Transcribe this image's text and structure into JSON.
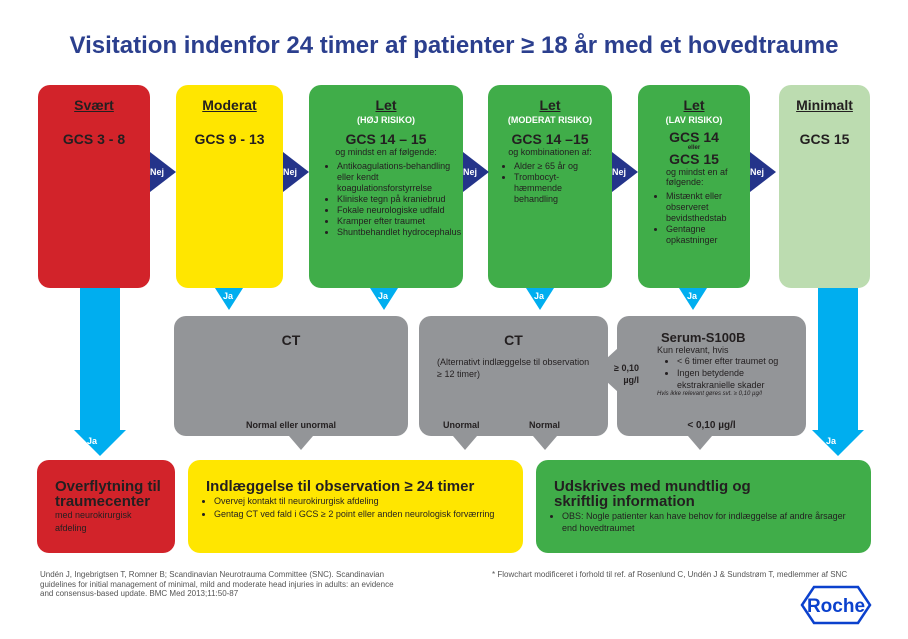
{
  "title": "Visitation indenfor 24 timer af patienter ≥ 18 år med et hovedtraume",
  "top": [
    {
      "heading": "Svært",
      "gcs": "GCS 3 - 8"
    },
    {
      "heading": "Moderat",
      "gcs": "GCS 9 - 13"
    },
    {
      "heading": "Let",
      "sub": "(HØJ RISIKO)",
      "gcs": "GCS 14 – 15",
      "intro": "og mindst en af følgende:",
      "items": [
        "Antikoagulations-behandling eller kendt koagulationsforstyrrelse",
        "Kliniske tegn på kraniebrud",
        "Fokale neurologiske udfald",
        "Kramper efter traumet",
        "Shuntbehandlet hydrocephalus"
      ]
    },
    {
      "heading": "Let",
      "sub": "(MODERAT RISIKO)",
      "gcs": "GCS 14 –15",
      "intro": "og kombinationen af:",
      "items": [
        "Alder ≥ 65 år og",
        "Trombocyt-hæmmende behandling"
      ]
    },
    {
      "heading": "Let",
      "sub": "(LAV RISIKO)",
      "gcs": "GCS 14",
      "or": "eller",
      "gcs2": "GCS 15",
      "intro": "og mindst en af følgende:",
      "items": [
        "Mistænkt eller observeret bevidsthedstab",
        "Gentagne opkastninger"
      ]
    },
    {
      "heading": "Minimalt",
      "gcs": "GCS 15"
    }
  ],
  "nej": "Nej",
  "ja": "Ja",
  "ct1": {
    "title": "CT",
    "out": "Normal eller unormal"
  },
  "ct2": {
    "title": "CT",
    "note": "(Alternativt indlæggelse til observation ≥ 12 timer)",
    "out1": "Unormal",
    "out2": "Normal"
  },
  "s100": {
    "title": "Serum-S100B",
    "intro": "Kun relevant, hvis",
    "items": [
      "< 6 timer efter traumet og",
      "Ingen betydende ekstrakranielle skader"
    ],
    "note": "Hvis ikke relevant gøres svt. ≥ 0,10 µg/l",
    "high": "≥ 0,10 µg/l",
    "low": "< 0,10 µg/l"
  },
  "out_red": {
    "title": "Overflytning til traumecenter",
    "sub": "med neurokirurgisk afdeling"
  },
  "out_yellow": {
    "title": "Indlæggelse til observation ≥ 24 timer",
    "items": [
      "Overvej kontakt til neurokirurgisk afdeling",
      "Gentag CT ved fald i GCS ≥ 2 point eller anden neurologisk forværring"
    ]
  },
  "out_green": {
    "title": "Udskrives med mundtlig og skriftlig information",
    "items": [
      "OBS: Nogle patienter kan have behov for indlæggelse af andre årsager end hovedtraumet"
    ]
  },
  "reference": "Undén J, Ingebrigtsen T, Romner B; Scandinavian Neurotrauma Committee (SNC). Scandinavian guidelines for initial management of minimal, mild and moderate head injuries in adults: an evidence and consensus-based update. BMC Med 2013;11:50-87",
  "footnote": "* Flowchart modificeret i forhold til ref. af Rosenlund C, Undén J & Sundstrøm T, medlemmer af SNC",
  "logo": "Roche",
  "colors": {
    "title": "#2b3f8e",
    "red": "#d2232a",
    "yellow": "#ffe600",
    "green": "#40ad49",
    "light_green": "#bcdcb0",
    "gray": "#939598",
    "arrow_blue": "#00aeef",
    "nej_blue": "#24348a"
  }
}
